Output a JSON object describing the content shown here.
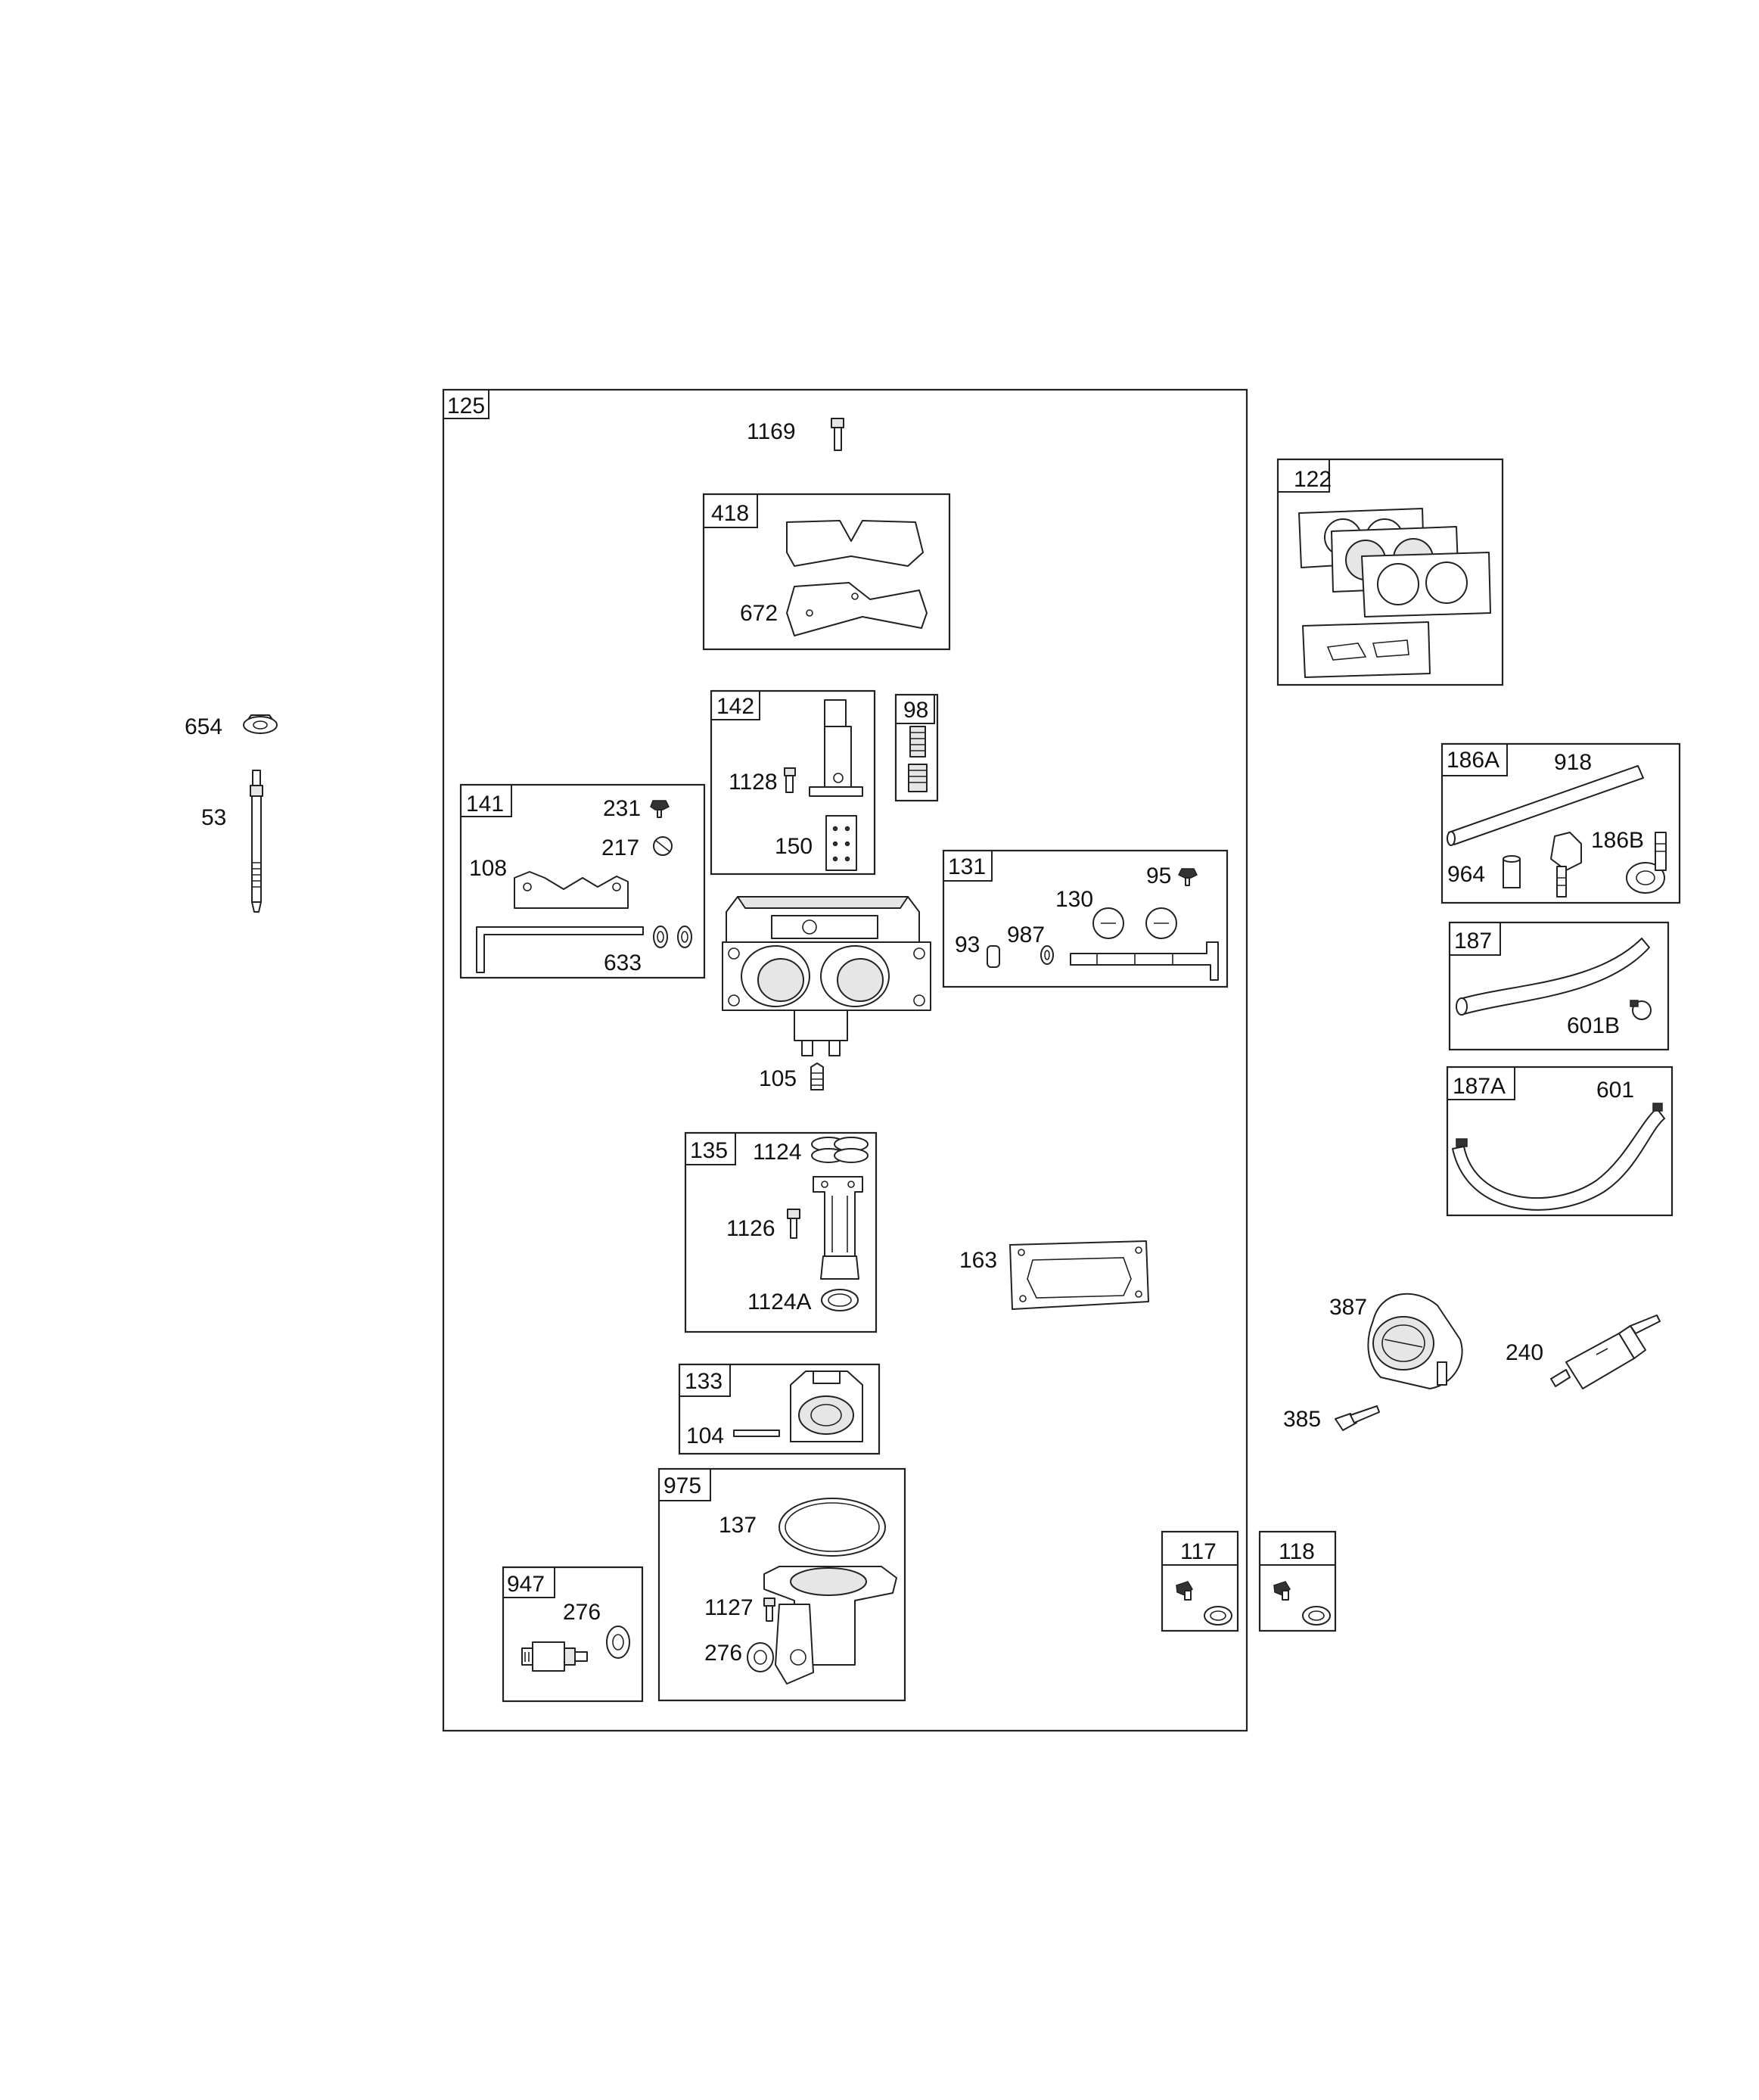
{
  "labels": {
    "b125": "125",
    "p1169": "1169",
    "b418": "418",
    "p672": "672",
    "b142": "142",
    "p1128": "1128",
    "p150": "150",
    "b98": "98",
    "b141": "141",
    "p231": "231",
    "p217": "217",
    "p108": "108",
    "p633": "633",
    "b131": "131",
    "p95": "95",
    "p130": "130",
    "p93": "93",
    "p987": "987",
    "p105": "105",
    "b135": "135",
    "p1124": "1124",
    "p1126": "1126",
    "p1124A": "1124A",
    "p163": "163",
    "b133": "133",
    "p104": "104",
    "b975": "975",
    "p137": "137",
    "p1127": "1127",
    "p276b": "276",
    "b947": "947",
    "p276a": "276",
    "p654": "654",
    "p53": "53",
    "b122": "122",
    "b186A": "186A",
    "p918": "918",
    "p964": "964",
    "p186B": "186B",
    "b187": "187",
    "p601B": "601B",
    "b187A": "187A",
    "p601": "601",
    "p387": "387",
    "p385": "385",
    "p240": "240",
    "b117": "117",
    "b118": "118"
  }
}
